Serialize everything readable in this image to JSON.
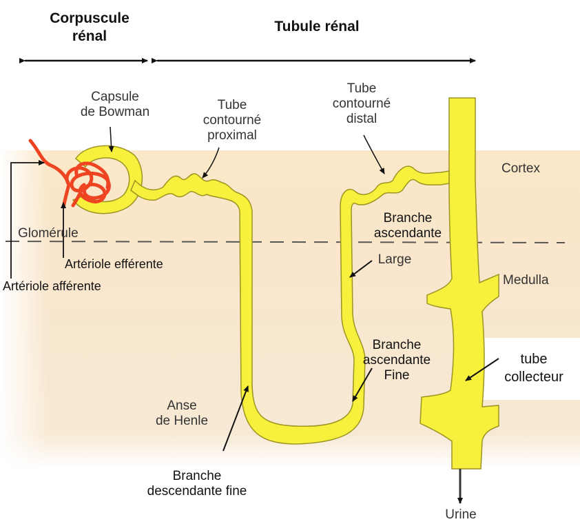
{
  "headers": {
    "corpuscule": "Corpuscule\nrénal",
    "tubule": "Tubule rénal"
  },
  "labels": {
    "capsule": "Capsule\nde Bowman",
    "tube_proximal": "Tube\ncontourné\nproximal",
    "tube_distal": "Tube\ncontourné\ndistal",
    "cortex": "Cortex",
    "glomerule": "Glomérule",
    "arteriole_efferente": "Artériole efférente",
    "arteriole_afferente": "Artériole afférente",
    "branche_ascendante": "Branche\nascendante",
    "large": "Large",
    "medulla": "Medulla",
    "branche_ascendante_fine": "Branche\nascendante\nFine",
    "tube_collecteur": "tube\ncollecteur",
    "anse_henle": "Anse\nde Henle",
    "branche_descendante": "Branche\ndescendante fine",
    "urine": "Urine"
  },
  "colors": {
    "tubule_fill": "#f7f03c",
    "tubule_stroke": "#9c9420",
    "glomerulus": "#ee4422",
    "cortex_band": "#f8e2bf",
    "medulla_band": "#f7e8cf"
  }
}
